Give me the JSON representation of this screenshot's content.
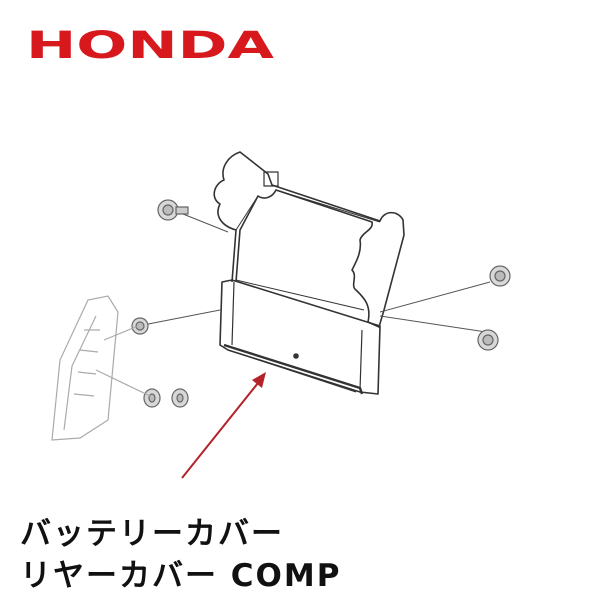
{
  "brand": {
    "logo_text": "HONDA",
    "logo_color": "#d7191e"
  },
  "caption": {
    "line1": "バッテリーカバー",
    "line2": "リヤーカバー COMP"
  },
  "colors": {
    "arrow": "#b3232a",
    "line_art": "#333333"
  }
}
